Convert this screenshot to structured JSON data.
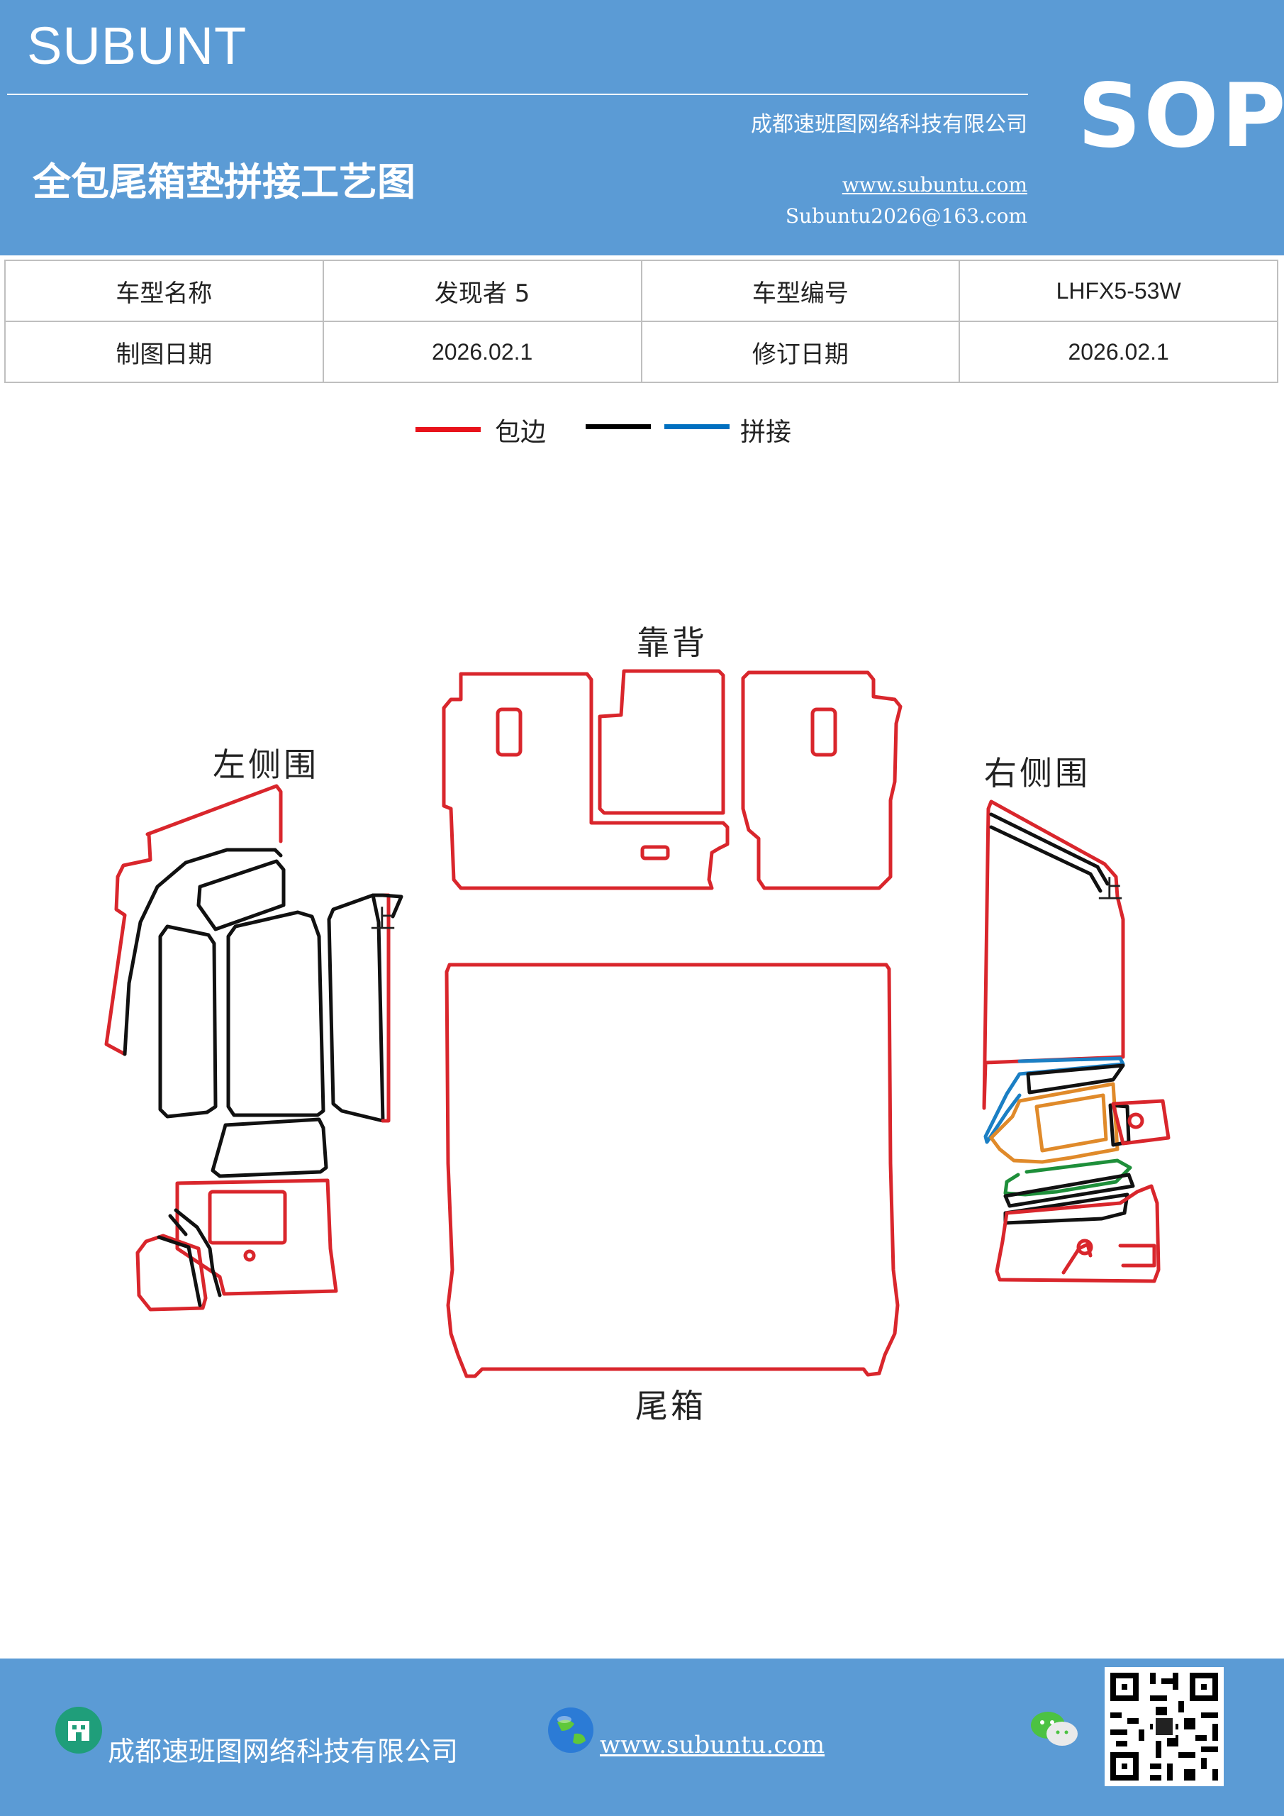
{
  "header": {
    "brand": "SUBUNT",
    "badge": "SOP",
    "company": "成都速班图网络科技有限公司",
    "title": "全包尾箱垫拼接工艺图",
    "website": "www.subuntu.com",
    "email": "Subuntu2026@163.com"
  },
  "info_table": {
    "rows": [
      [
        {
          "text": "车型名称"
        },
        {
          "text": "发现者 5"
        },
        {
          "text": "车型编号"
        },
        {
          "text": "LHFX5-53W"
        }
      ],
      [
        {
          "text": "制图日期"
        },
        {
          "text": "2026.02.1"
        },
        {
          "text": "修订日期"
        },
        {
          "text": "2026.02.1"
        }
      ]
    ]
  },
  "legend": {
    "items": [
      {
        "color": "#e8131b",
        "label": "包边"
      },
      {
        "color": "#000000",
        "label": ""
      },
      {
        "color": "#0070c0",
        "label": "拼接"
      }
    ]
  },
  "diagram": {
    "label_backrest": "靠背",
    "label_left_side": "左侧围",
    "label_right_side": "右侧围",
    "label_trunk": "尾箱",
    "mark_up_left": "上",
    "mark_up_right": "上",
    "colors": {
      "edge": "#d9262c",
      "seam": "#111111",
      "blue": "#1b7fc4",
      "orange": "#e08a2a",
      "green": "#1e8f3a"
    }
  },
  "footer": {
    "company": "成都速班图网络科技有限公司",
    "website": "www.subuntu.com"
  }
}
